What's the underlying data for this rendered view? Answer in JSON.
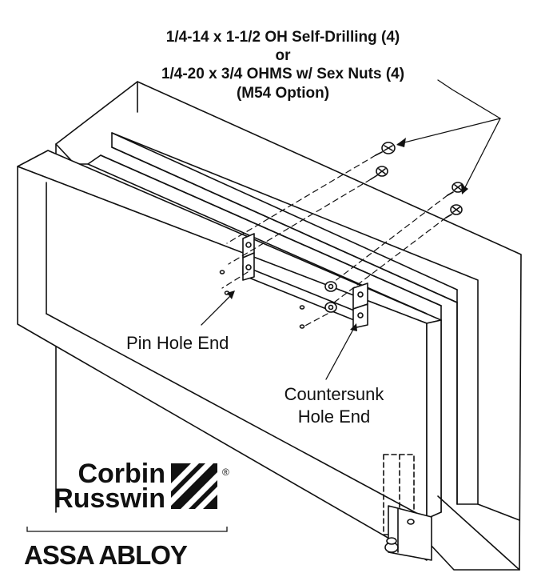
{
  "diagram": {
    "header_cropped": "",
    "hardware_callout": {
      "line1": "1/4-14 x 1-1/2 OH Self-Drilling (4)",
      "line2": "or",
      "line3": "1/4-20 x 3/4 OHMS w/ Sex Nuts (4)",
      "line4": "(M54 Option)"
    },
    "pin_hole_label": "Pin Hole End",
    "countersunk_label": {
      "line1": "Countersunk",
      "line2": "Hole End"
    }
  },
  "logo": {
    "brand_line1": "Corbin",
    "brand_line2": "Russwin",
    "registered": "®",
    "parent": "ASSA ABLOY"
  },
  "colors": {
    "ink": "#111111",
    "paper": "#ffffff"
  }
}
